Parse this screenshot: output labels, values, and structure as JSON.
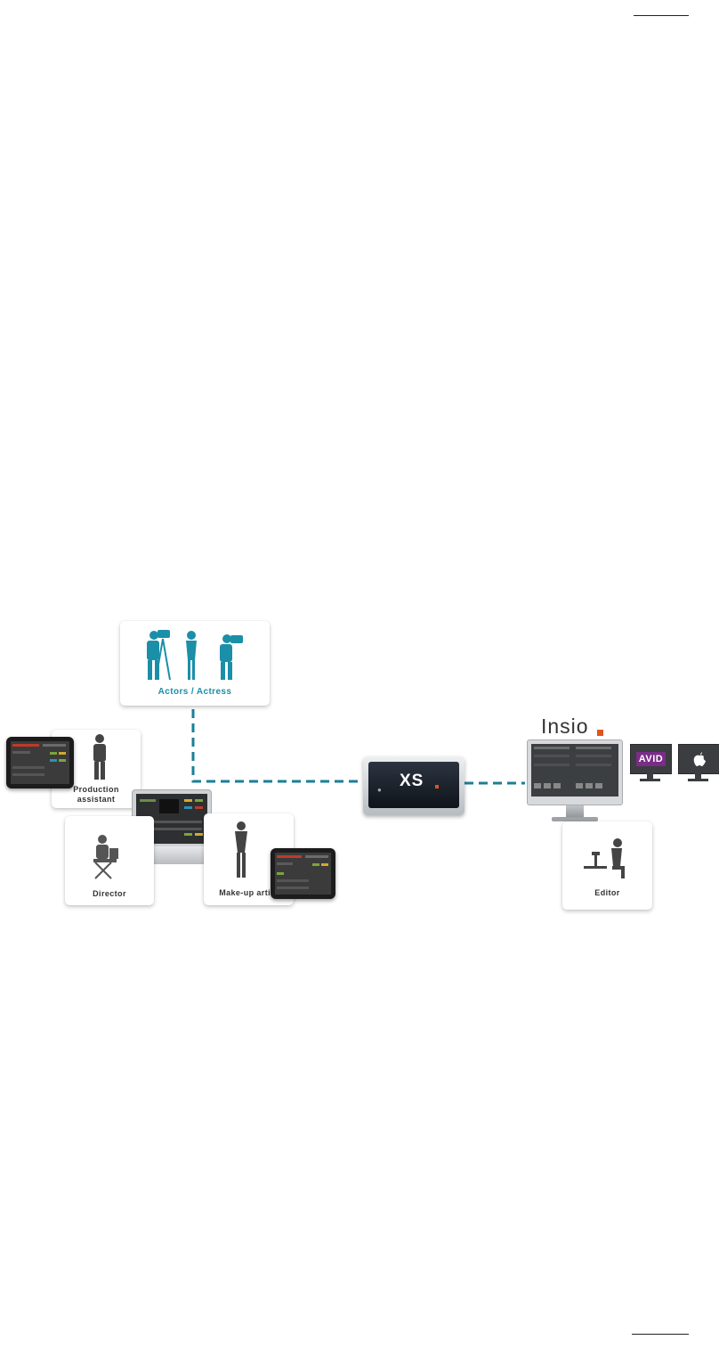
{
  "labels": {
    "actors": "Actors / Actress",
    "production_assistant_line1": "Production",
    "production_assistant_line2": "assistant",
    "director": "Director",
    "makeup_artist": "Make-up artist",
    "editor": "Editor"
  },
  "server": {
    "brand": "XS"
  },
  "software": {
    "name": "Insio"
  },
  "integrations": {
    "avid": "AVID",
    "apple": "apple-icon"
  },
  "colors": {
    "accent": "#1b8fa8",
    "link_line": "#1a7f98",
    "brand_dot": "#e2541f",
    "avid": "#7a2d86"
  }
}
